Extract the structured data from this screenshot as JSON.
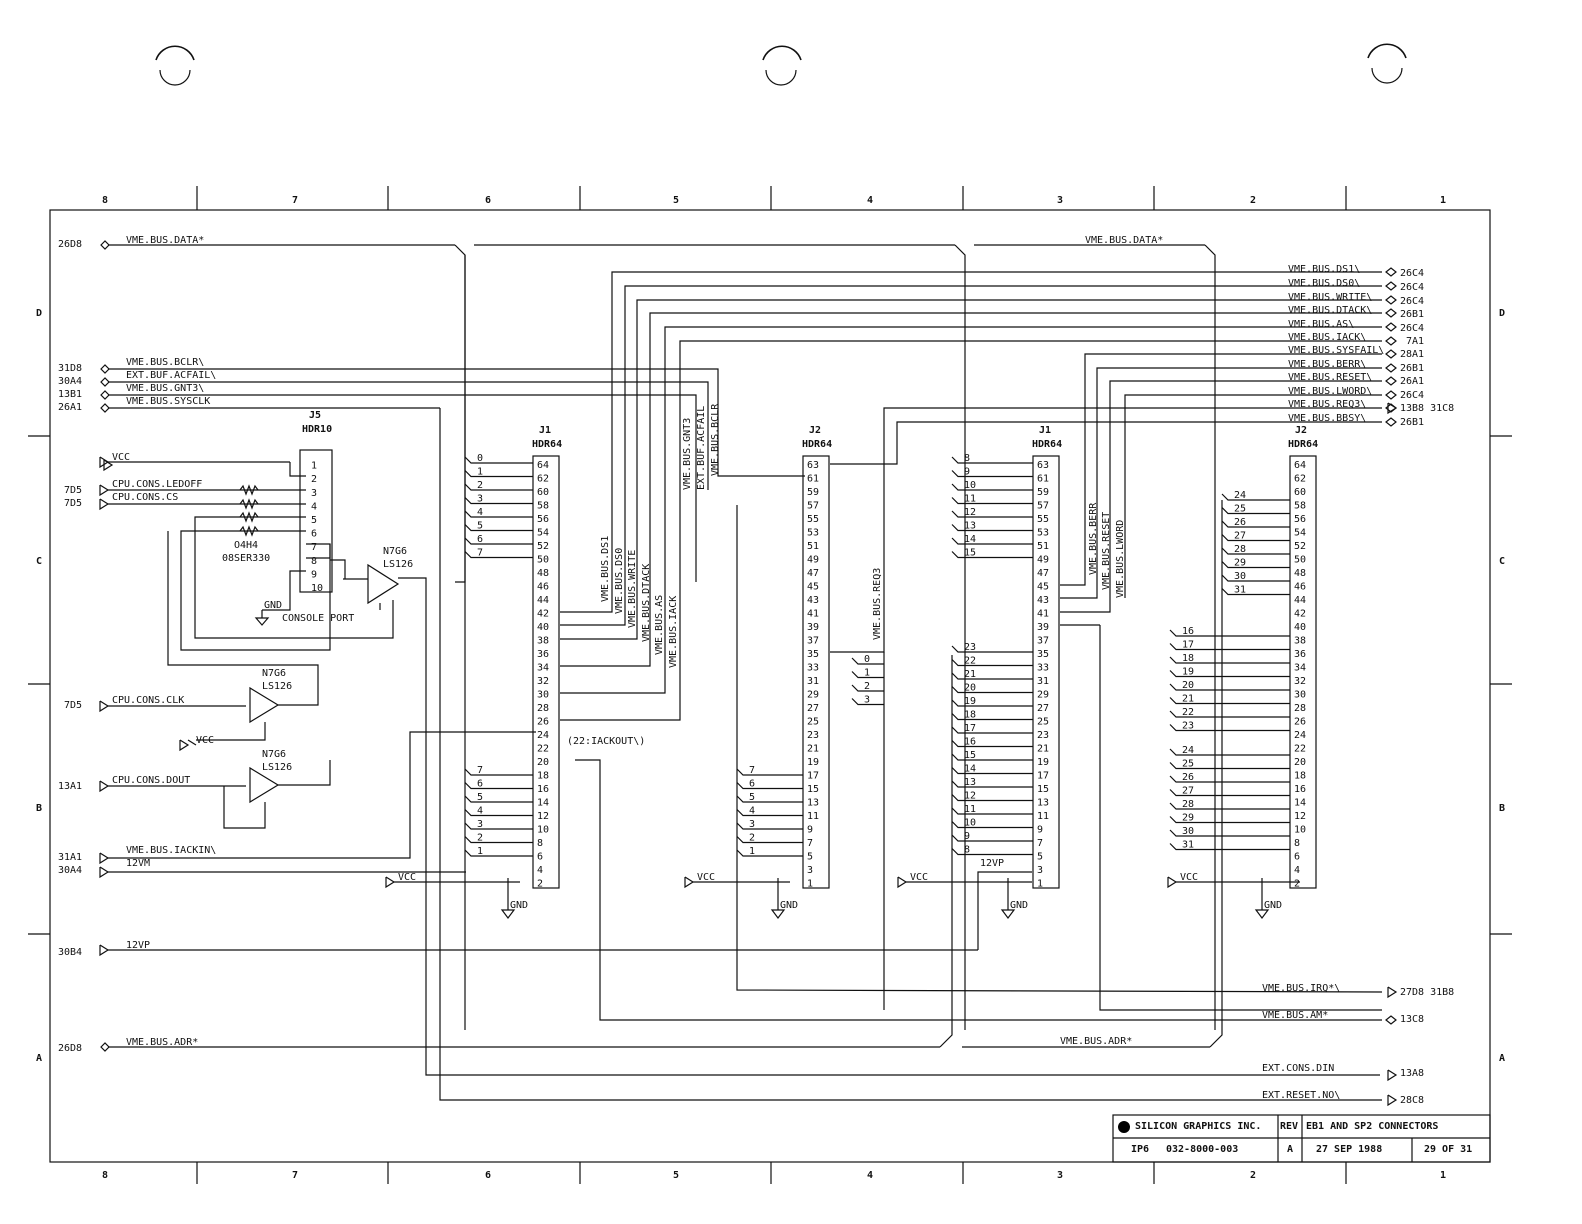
{
  "zones": {
    "cols": [
      "8",
      "7",
      "6",
      "5",
      "4",
      "3",
      "2",
      "1"
    ],
    "rows": [
      "D",
      "C",
      "B",
      "A"
    ]
  },
  "offpage": {
    "l1": "26D8",
    "l2": "31D8",
    "l3": "30A4",
    "l4": "13B1",
    "l5": "26A1",
    "l6": "7D5",
    "l7": "7D5",
    "l8": "7D5",
    "l9": "13A1",
    "l10": "31A1",
    "l11": "30A4",
    "l12": "30B4",
    "l13": "26D8",
    "r1": "26C4",
    "r2": "26C4",
    "r3": "26C4",
    "r4": "26B1",
    "r5": "26C4",
    "r6": "7A1",
    "r7": "28A1",
    "r8": "26B1",
    "r9": "26A1",
    "r10": "26C4",
    "r11": "13B8 31C8",
    "r12": "26B1",
    "r13": "27D8 31B8",
    "r14": "13C8",
    "r15": "13A8",
    "r16": "28C8"
  },
  "signals": {
    "data": "VME.BUS.DATA*",
    "data2": "VME.BUS.DATA*",
    "bclr": "VME.BUS.BCLR\\",
    "acfail": "EXT.BUF.ACFAIL\\",
    "gnt3": "VME.BUS.GNT3\\",
    "sysclk": "VME.BUS.SYSCLK",
    "vcc": "VCC",
    "ledoff": "CPU.CONS.LEDOFF",
    "cs": "CPU.CONS.CS",
    "clk": "CPU.CONS.CLK",
    "dout": "CPU.CONS.DOUT",
    "iackin": "VME.BUS.IACKIN\\",
    "v12m": "12VM",
    "v12p": "12VP",
    "adr": "VME.BUS.ADR*",
    "adr2": "VME.BUS.ADR*",
    "ds1": "VME.BUS.DS1\\",
    "ds0": "VME.BUS.DS0\\",
    "write": "VME.BUS.WRITE\\",
    "dtack": "VME.BUS.DTACK\\",
    "as": "VME.BUS.AS\\",
    "iack": "VME.BUS.IACK\\",
    "sysfail": "VME.BUS.SYSFAIL\\",
    "berr": "VME.BUS.BERR\\",
    "reset": "VME.BUS.RESET\\",
    "lword": "VME.BUS.LWORD\\",
    "req3": "VME.BUS.REQ3\\",
    "bbsy": "VME.BUS.BBSY\\",
    "irq": "VME.BUS.IRQ*\\",
    "am": "VME.BUS.AM*",
    "din": "EXT.CONS.DIN",
    "resetno": "EXT.RESET.NO\\",
    "iackout": "(22:IACKOUT\\)",
    "gnd": "GND",
    "v12p_b": "12VP",
    "v_ds1": "VME.BUS.DS1",
    "v_ds0": "VME.BUS.DS0",
    "v_write": "VME.BUS.WRITE",
    "v_dtack": "VME.BUS.DTACK",
    "v_as": "VME.BUS.AS",
    "v_iack": "VME.BUS.IACK",
    "v_gnt3": "VME.BUS.GNT3",
    "v_acfail": "EXT.BUF.ACFAIL",
    "v_bclr": "VME.BUS.BCLR",
    "v_req3": "VME.BUS.REQ3",
    "v_berr": "VME.BUS.BERR",
    "v_reset": "VME.BUS.RESET",
    "v_lword": "VME.BUS.LWORD"
  },
  "parts": {
    "j5_ref": "J5",
    "j5_type": "HDR10",
    "j5_name": "CONSOLE PORT",
    "rpack_ref": "O4H4",
    "rpack_type": "08SER330",
    "u1_ref": "N7G6",
    "u1_type": "LS126",
    "u2_ref": "N7G6",
    "u2_type": "LS126",
    "u3_ref": "N7G6",
    "u3_type": "LS126",
    "j1a_ref": "J1",
    "j1a_type": "HDR64",
    "j2a_ref": "J2",
    "j2a_type": "HDR64",
    "j1b_ref": "J1",
    "j1b_type": "HDR64",
    "j2b_ref": "J2",
    "j2b_type": "HDR64"
  },
  "title_block": {
    "company": "SILICON GRAPHICS INC.",
    "rev_label": "REV",
    "title": "EB1 AND SP2 CONNECTORS",
    "project": "IP6",
    "drawing_no": "032-8000-003",
    "rev": "A",
    "date": "27 SEP 1988",
    "sheet": "29 OF 31"
  }
}
